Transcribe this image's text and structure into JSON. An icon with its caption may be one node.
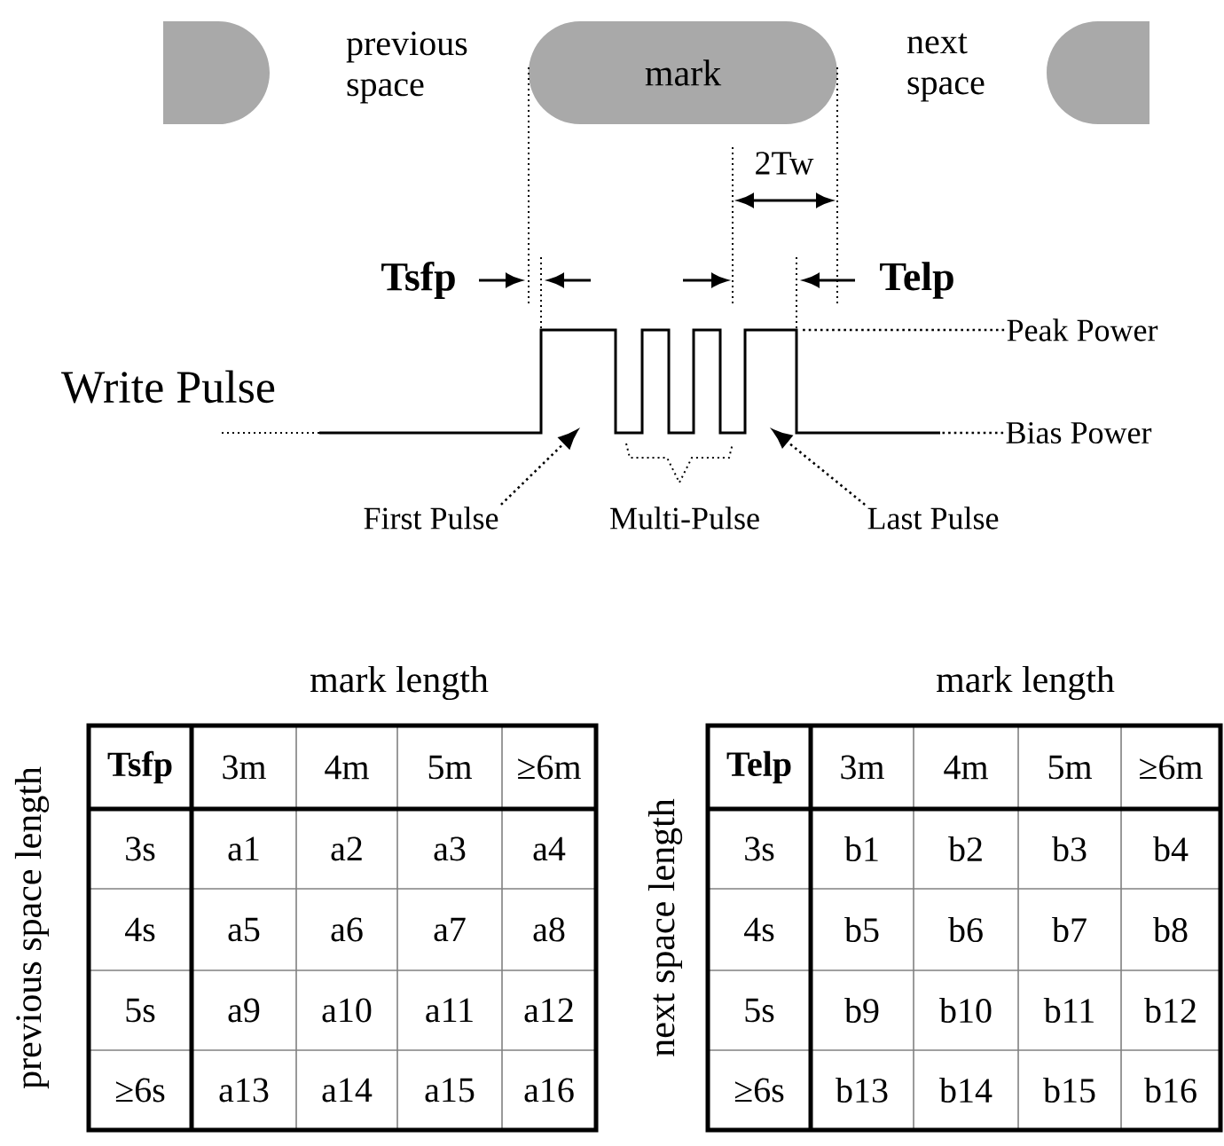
{
  "diagram": {
    "nodes": [
      {
        "text": [],
        "shape": "box"
      },
      {
        "text": [
          "mark"
        ]
      },
      {
        "text": [],
        "shape": "box"
      },
      {
        "text": [],
        "shape": "picture"
      },
      {
        "text": [
          "First Pulse"
        ]
      },
      {
        "text": [
          "Last Pulse"
        ]
      },
      {
        "text": [
          "Peak Power"
        ]
      },
      {
        "text": [
          "Bias Power"
        ]
      }
    ],
    "edges": [
      {
        "from": 4,
        "to": 3,
        "arrow": "to",
        "style": "dashed"
      },
      {
        "from": 5,
        "to": 3,
        "arrow": "to",
        "style": "dashed"
      },
      {
        "from": 6,
        "to": 3,
        "arrow": "none",
        "style": "dashed"
      },
      {
        "from": 7,
        "to": 3,
        "arrow": "none",
        "style": "dashed"
      }
    ],
    "labels": [
      "previous space",
      "next space",
      "2Tw",
      "Tsfp",
      "Telp",
      "Write Pulse",
      "Multi-Pulse",
      "mark length",
      "previous space length",
      "Tsfp",
      "3m",
      "4m",
      "5m",
      "≥6m",
      "3s",
      "a1",
      "a2",
      "a3",
      "a4",
      "4s",
      "a5",
      "a6",
      "a7",
      "a8",
      "5s",
      "a9",
      "a10",
      "a11",
      "a12",
      "≥6s",
      "a13",
      "a14",
      "a15",
      "a16",
      "mark length",
      "next space length",
      "Telp",
      "3m",
      "4m",
      "5m",
      "≥6m",
      "3s",
      "b1",
      "b2",
      "b3",
      "b4",
      "4s",
      "b5",
      "b6",
      "b7",
      "b8",
      "5s",
      "b9",
      "b10",
      "b11",
      "b12",
      "≥6s",
      "b13",
      "b14",
      "b15",
      "b16"
    ]
  }
}
